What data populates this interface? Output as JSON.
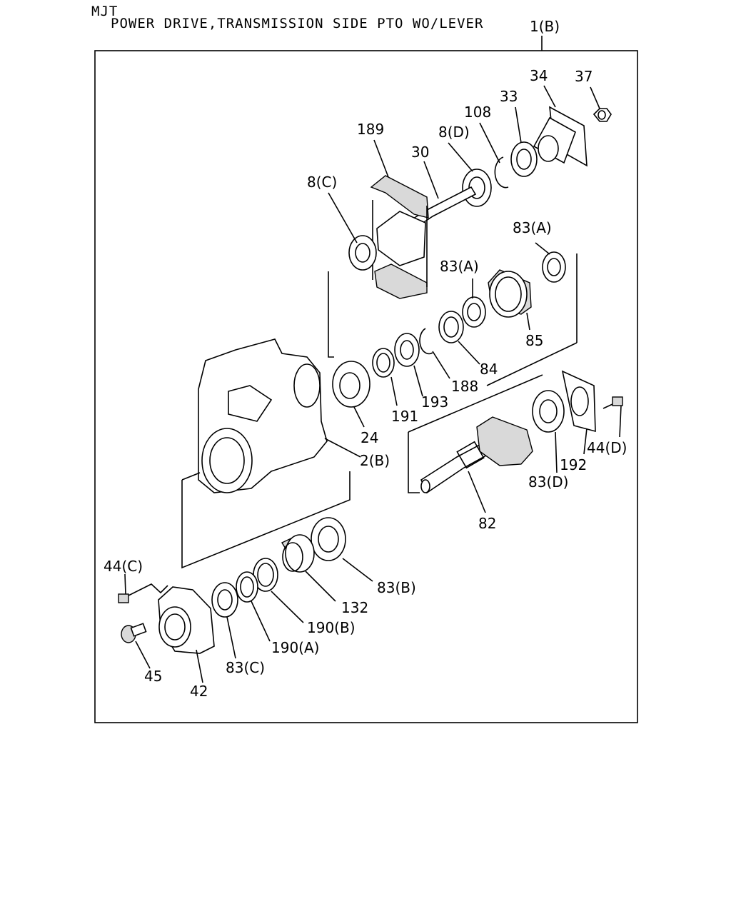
{
  "header": {
    "code": "MJT",
    "title": "POWER DRIVE,TRANSMISSION SIDE PTO WO/LEVER"
  },
  "assembly_label": "1(B)",
  "callouts": {
    "c37": "37",
    "c34": "34",
    "c33": "33",
    "c108": "108",
    "c8d": "8(D)",
    "c189": "189",
    "c30": "30",
    "c8c": "8(C)",
    "c83a_right": "83(A)",
    "c83a_left": "83(A)",
    "c85": "85",
    "c84": "84",
    "c188": "188",
    "c193": "193",
    "c191": "191",
    "c24": "24",
    "c2b": "2(B)",
    "c44d": "44(D)",
    "c192": "192",
    "c83d": "83(D)",
    "c82": "82",
    "c44c": "44(C)",
    "c83b": "83(B)",
    "c132": "132",
    "c190b": "190(B)",
    "c190a": "190(A)",
    "c83c": "83(C)",
    "c45": "45",
    "c42": "42"
  }
}
